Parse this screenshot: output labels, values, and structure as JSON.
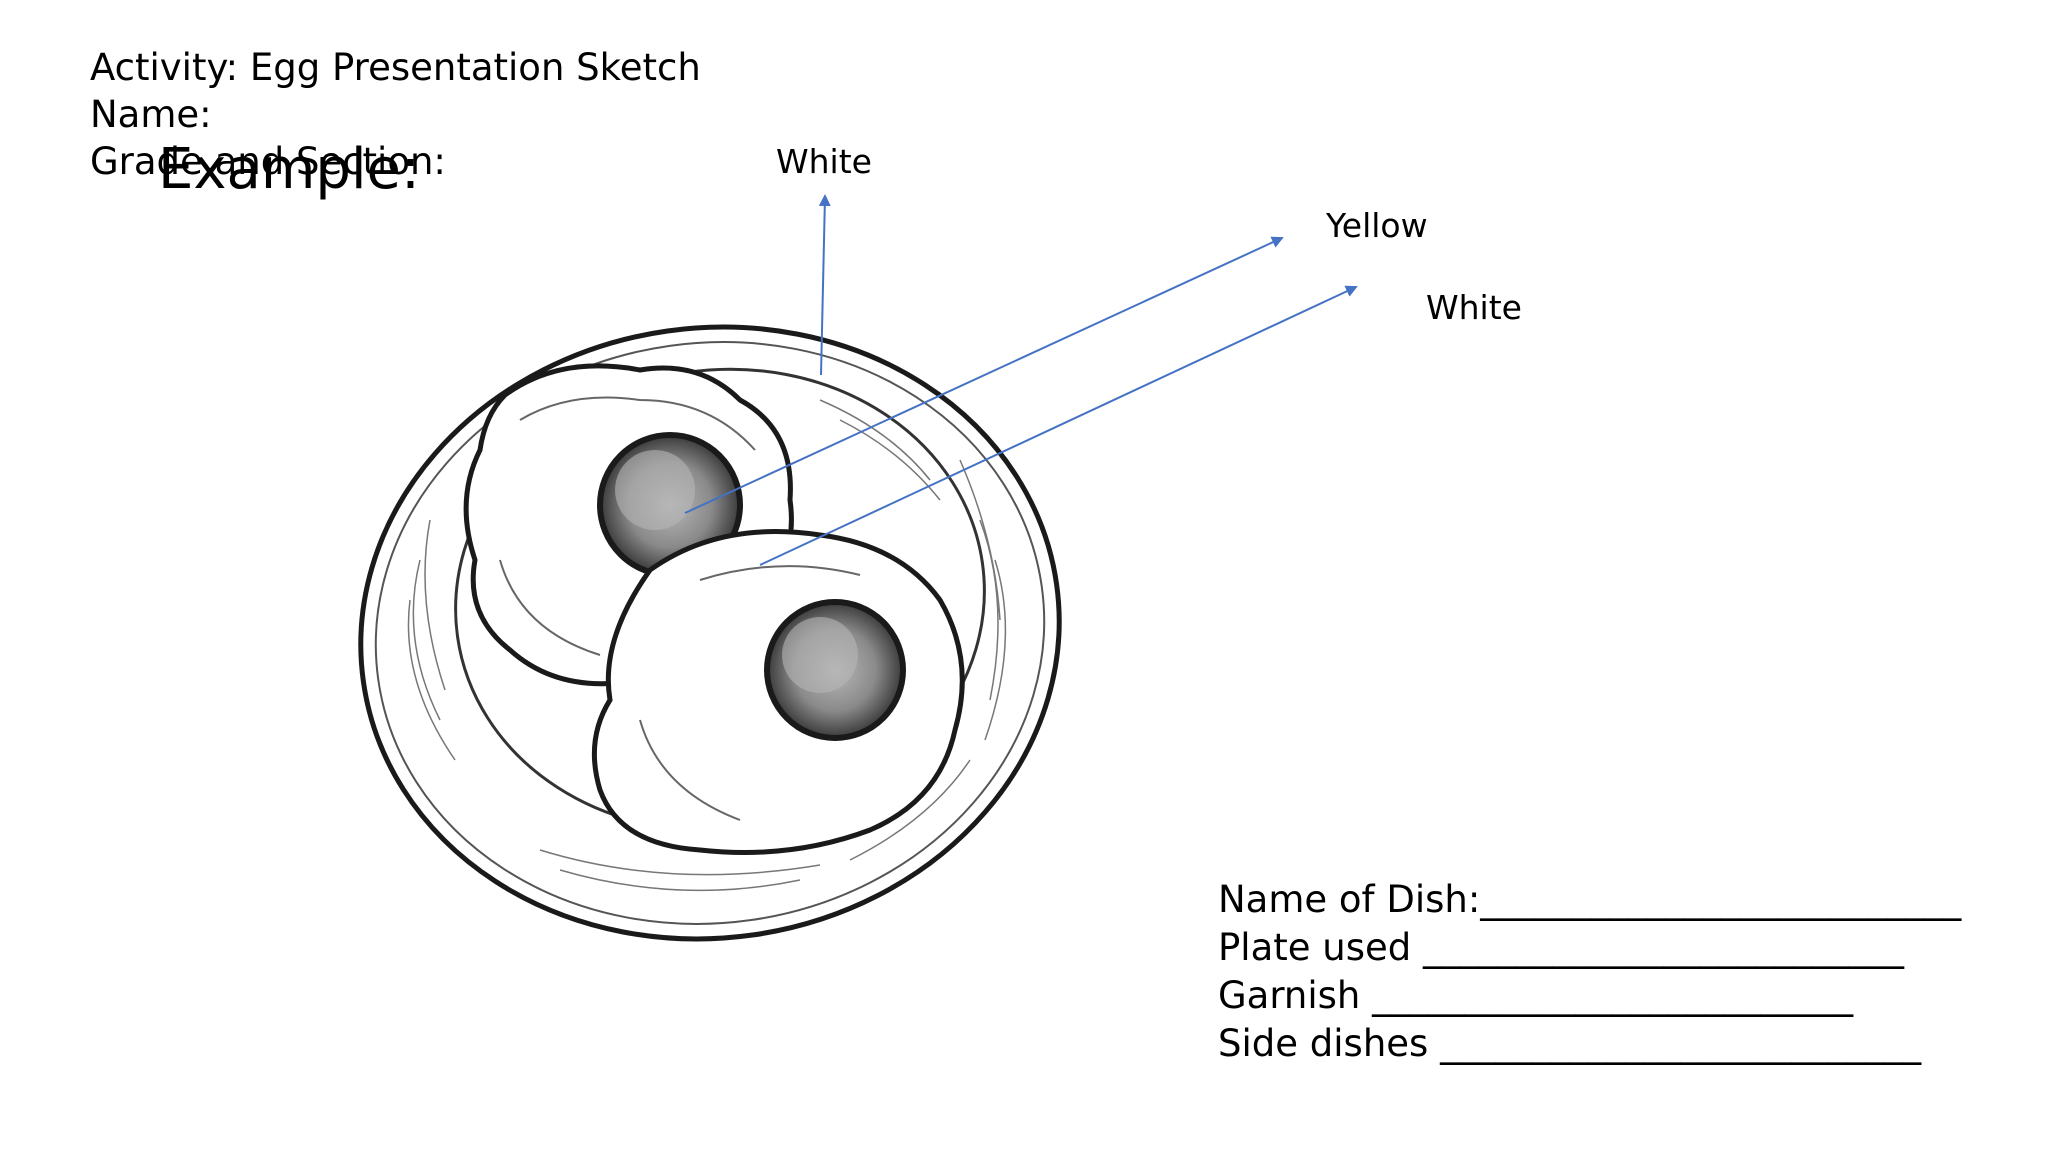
{
  "header": {
    "activity": "Activity: Egg Presentation Sketch",
    "name": "Name:",
    "grade_section": "Grade and Section:"
  },
  "example_title": "Example:",
  "labels": {
    "white_top": "White",
    "yellow": "Yellow",
    "white_right": "White"
  },
  "form": {
    "dish": "Name of Dish:__________________________",
    "plate": "Plate used  __________________________",
    "garnish": "Garnish __________________________",
    "side_dishes": "Side dishes __________________________"
  },
  "colors": {
    "arrow": "#4472c4",
    "ink": "#1a1a1a"
  },
  "illustration": {
    "subject": "sketch of two fried eggs on a plate"
  }
}
